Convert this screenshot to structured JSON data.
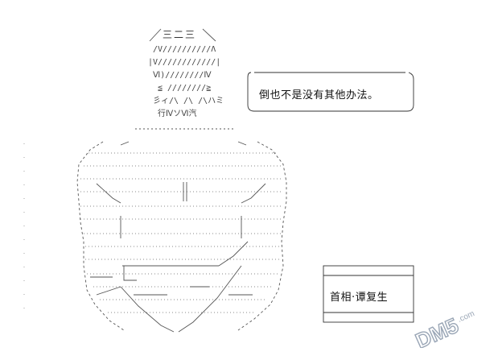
{
  "speech": {
    "text": "倒也不是没有其他办法。"
  },
  "nameplate": {
    "text": "首相·谭复生"
  },
  "crown": {
    "text": "三二三"
  },
  "aa_lines": [
    "/V//////////Λ",
    "|V////////////|",
    "Ⅵ)////////Ⅳ",
    "≦ ////////≧",
    "彡ィ/\\ /\\ /\\ハミ",
    "行ⅣソⅥ汽"
  ],
  "watermark": {
    "text": "DM5",
    "sub": ".com",
    "color": "#9aa6b6"
  }
}
